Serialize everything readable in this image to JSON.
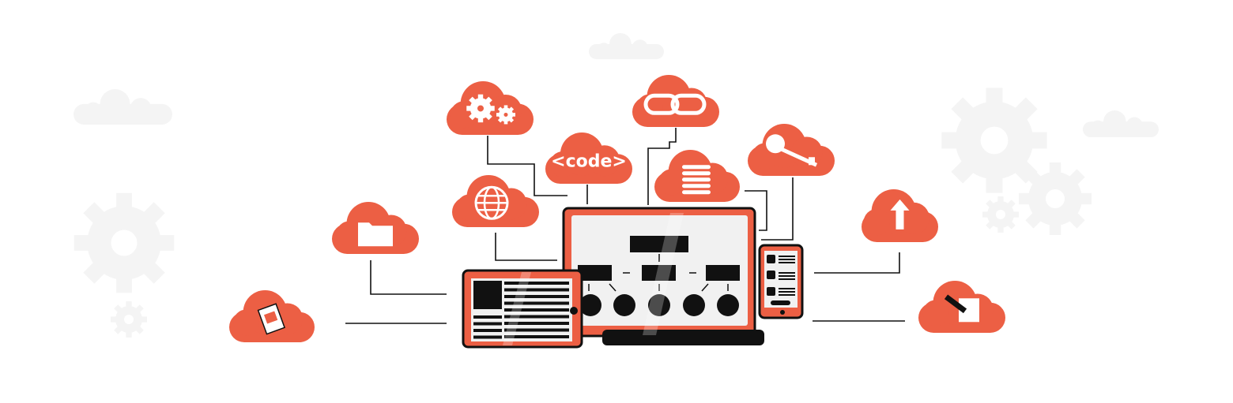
{
  "colors": {
    "accent": "#ec5f44",
    "outline": "#111111",
    "screen": "#f1f1f1",
    "background_shapes": "#f4f4f4"
  },
  "clouds": [
    {
      "id": "gears",
      "icon": "gears-icon"
    },
    {
      "id": "link",
      "icon": "link-icon"
    },
    {
      "id": "code",
      "icon": "code-icon",
      "label": "<code>"
    },
    {
      "id": "globe",
      "icon": "globe-icon"
    },
    {
      "id": "database",
      "icon": "database-icon"
    },
    {
      "id": "key",
      "icon": "key-icon"
    },
    {
      "id": "folder",
      "icon": "folder-icon"
    },
    {
      "id": "upload",
      "icon": "upload-arrow-icon"
    },
    {
      "id": "clipboard",
      "icon": "clipboard-icon"
    },
    {
      "id": "note",
      "icon": "pencil-note-icon"
    }
  ],
  "devices": [
    "laptop",
    "tablet",
    "phone"
  ]
}
